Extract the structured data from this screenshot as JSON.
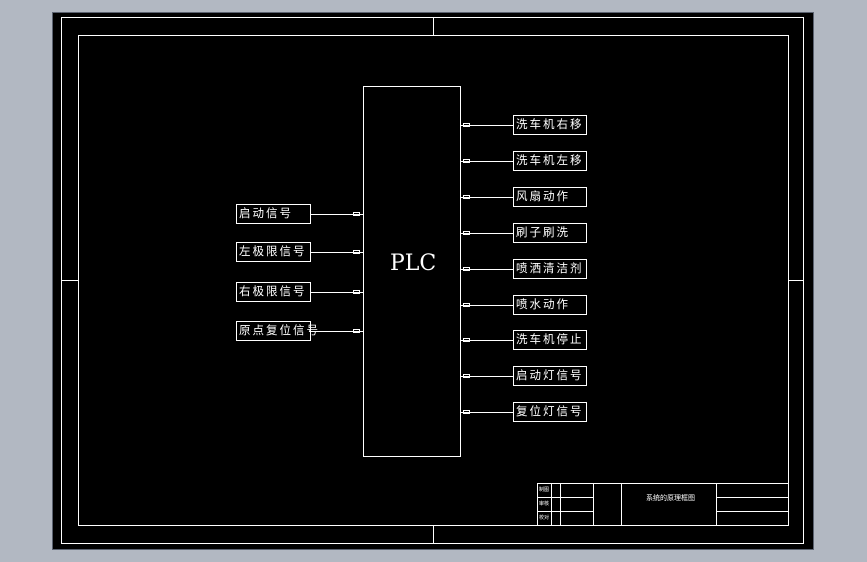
{
  "diagram": {
    "center_label": "PLC",
    "inputs": [
      "启动信号",
      "左极限信号",
      "右极限信号",
      "原点复位信号"
    ],
    "outputs": [
      "洗车机右移",
      "洗车机左移",
      "风扇动作",
      "刷子刷洗",
      "喷洒清洁剂",
      "喷水动作",
      "洗车机停止",
      "启动灯信号",
      "复位灯信号"
    ]
  },
  "title_block": {
    "rows": [
      "制图",
      "审核",
      "校对"
    ],
    "title": "系统的原理框图"
  },
  "colors": {
    "background": "#000000",
    "lines": "#ffffff",
    "frame": "#b2b8c2"
  }
}
